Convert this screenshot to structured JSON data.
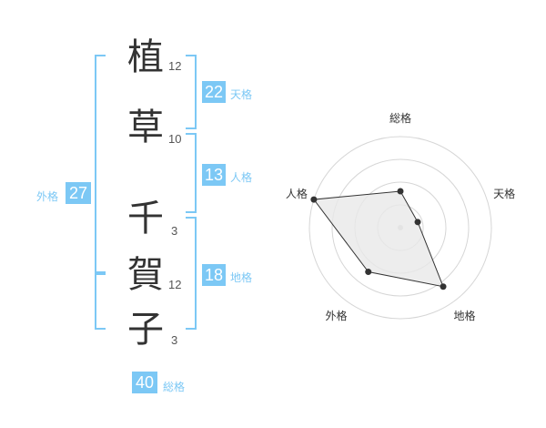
{
  "name": {
    "characters": [
      {
        "char": "植",
        "strokes": "12"
      },
      {
        "char": "草",
        "strokes": "10"
      },
      {
        "char": "千",
        "strokes": "3"
      },
      {
        "char": "賀",
        "strokes": "12"
      },
      {
        "char": "子",
        "strokes": "3"
      }
    ]
  },
  "fortunes": {
    "tenkaku": {
      "value": "22",
      "label": "天格"
    },
    "jinkaku": {
      "value": "13",
      "label": "人格"
    },
    "chikaku": {
      "value": "18",
      "label": "地格"
    },
    "gaikaku": {
      "value": "27",
      "label": "外格"
    },
    "soukaku": {
      "value": "40",
      "label": "総格"
    }
  },
  "colors": {
    "accent": "#7cc8f5",
    "text": "#333333",
    "fill": "#e8e8e8"
  },
  "chart_data": {
    "type": "radar",
    "axes": [
      "総格",
      "天格",
      "地格",
      "外格",
      "人格"
    ],
    "series": [
      {
        "values": [
          2,
          1,
          4,
          3,
          5
        ]
      }
    ],
    "rmax": 5,
    "rings": 4
  }
}
